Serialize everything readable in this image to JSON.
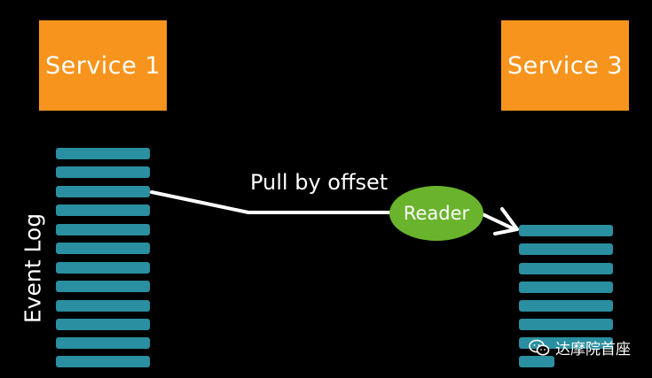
{
  "services": {
    "left": "Service 1",
    "right": "Service 3"
  },
  "event_log_label": "Event Log",
  "pull_label": "Pull by offset",
  "reader_label": "Reader",
  "watermark_text": "达摩院首座",
  "colors": {
    "service_box": "#f7941d",
    "log_bar": "#2a8fa0",
    "reader": "#6ab42d",
    "background": "#000000",
    "text": "#ffffff"
  },
  "icons": {
    "watermark": "wechat-icon",
    "flow": "arrow-icon"
  }
}
